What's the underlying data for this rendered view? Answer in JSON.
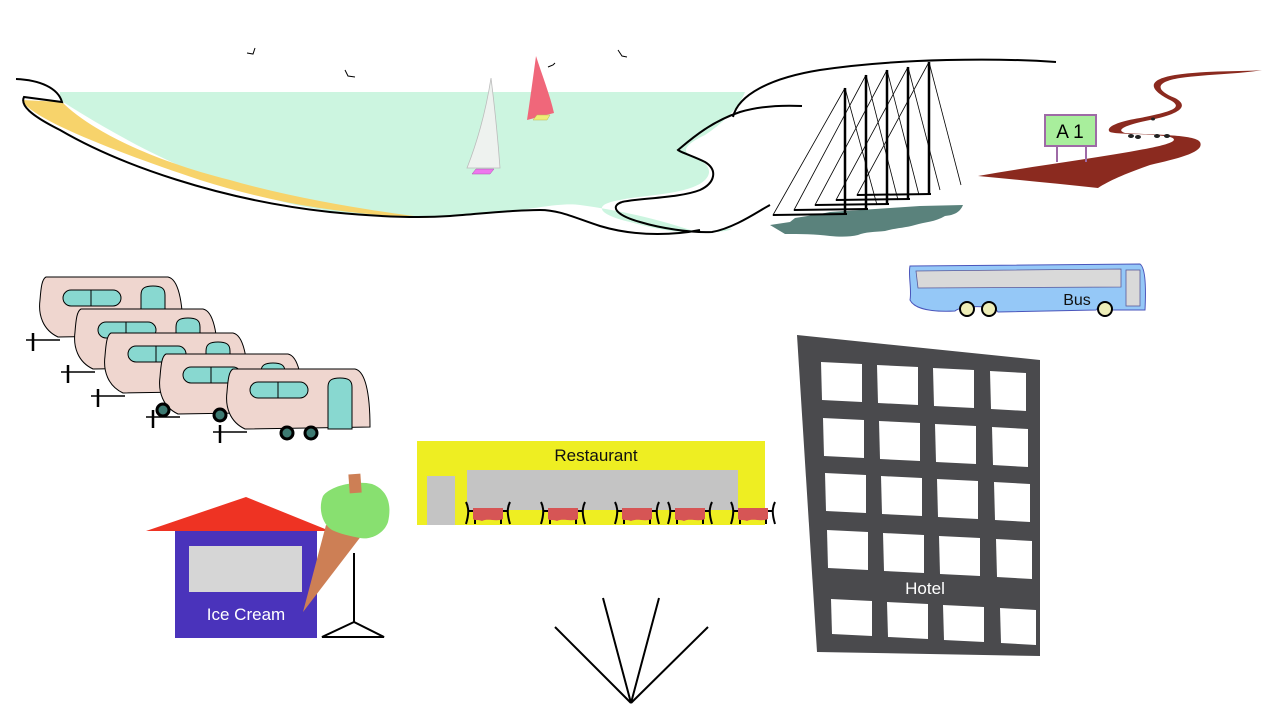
{
  "scene": {
    "title": "Seaside holiday clipart",
    "labels": {
      "road_sign": "A 1",
      "bus": "Bus",
      "restaurant": "Restaurant",
      "ice_cream": "Ice Cream",
      "hotel": "Hotel"
    },
    "counts": {
      "seagulls": 4,
      "sailboats": 2,
      "schooner_masts": 5,
      "caravans": 5,
      "restaurant_tables": 5,
      "hotel_window_rows": 5,
      "hotel_window_cols": 4
    },
    "colors": {
      "sea": "#ccf5e0",
      "sand": "#f7d36b",
      "sail_white": "#eef2ef",
      "sail_red": "#f0677a",
      "hull_pink": "#ee77ee",
      "hull_yellow": "#eeee77",
      "schooner_water": "#5a827c",
      "road": "#8b2a1f",
      "sign_fill": "#a8ee9c",
      "sign_border": "#9e6aa6",
      "bus_body": "#95c8f7",
      "bus_window": "#d9d9d9",
      "bus_wheel": "#eeeeb8",
      "caravan_body": "#efd6cf",
      "caravan_window": "#88d8d0",
      "caravan_wheel": "#3d7a72",
      "kiosk_roof": "#ee3323",
      "kiosk_wall": "#4a33bb",
      "kiosk_window": "#d6d6d6",
      "ice_cream_scoop": "#88e070",
      "cone": "#cd7f55",
      "restaurant_wall": "#eeee22",
      "restaurant_window": "#c4c4c4",
      "table_cloth": "#d65555",
      "hotel": "#4a4a4d"
    }
  }
}
